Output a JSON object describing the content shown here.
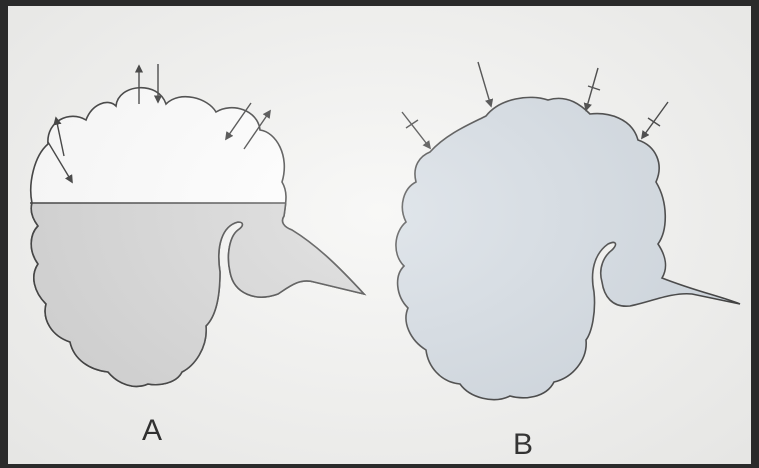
{
  "panels": [
    {
      "id": "A",
      "label": "A"
    },
    {
      "id": "B",
      "label": "B"
    }
  ],
  "colors": {
    "fill": "#d3d3d3",
    "fill_b": "#d0d8e0",
    "outline": "#303030",
    "background": "#f4f4f2"
  }
}
